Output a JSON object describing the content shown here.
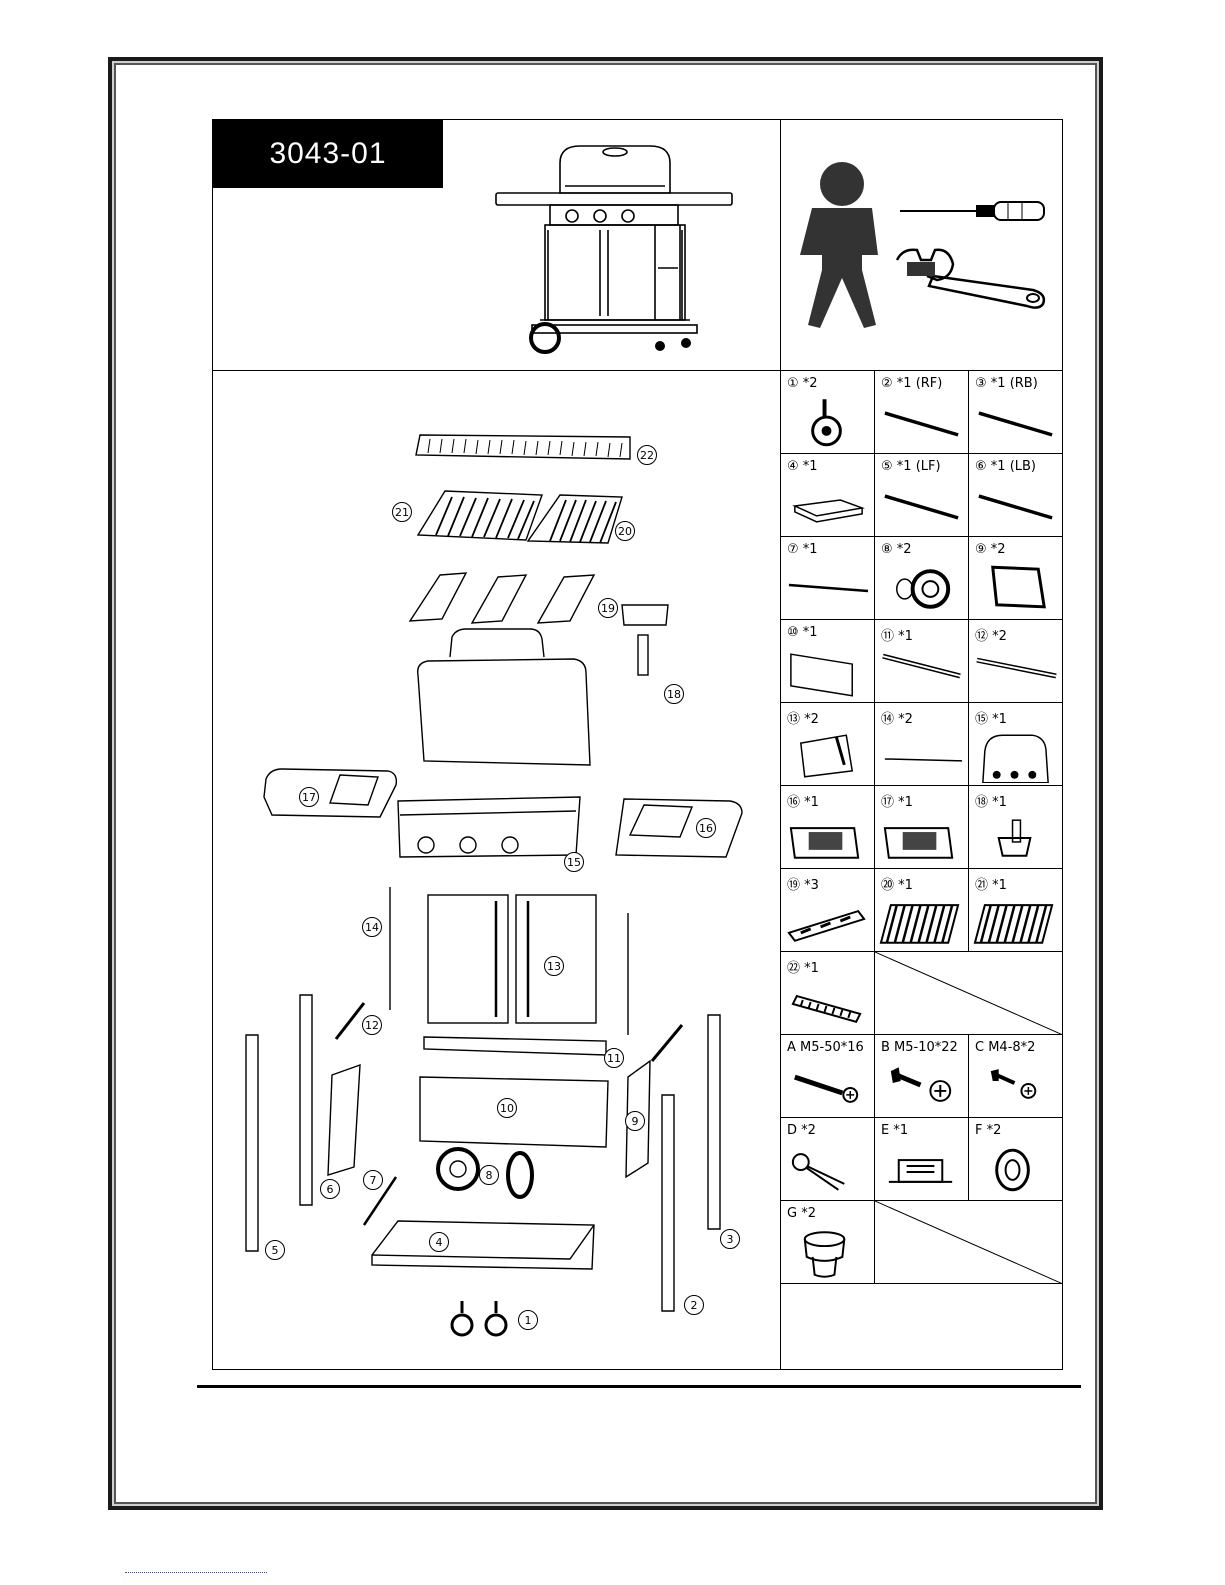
{
  "model": "3043-01",
  "parts": [
    {
      "num": "1",
      "label": "① *2",
      "icon": "caster-wheel-icon"
    },
    {
      "num": "2",
      "label": "② *1 (RF)",
      "icon": "rod-icon"
    },
    {
      "num": "3",
      "label": "③ *1 (RB)",
      "icon": "rod-icon"
    },
    {
      "num": "4",
      "label": "④ *1",
      "icon": "bottom-shelf-icon"
    },
    {
      "num": "5",
      "label": "⑤ *1 (LF)",
      "icon": "rod-icon"
    },
    {
      "num": "6",
      "label": "⑥ *1 (LB)",
      "icon": "rod-icon"
    },
    {
      "num": "7",
      "label": "⑦ *1",
      "icon": "axle-icon"
    },
    {
      "num": "8",
      "label": "⑧ *2",
      "icon": "wheel-icon"
    },
    {
      "num": "9",
      "label": "⑨ *2",
      "icon": "side-panel-icon"
    },
    {
      "num": "10",
      "label": "⑩ *1",
      "icon": "back-panel-icon"
    },
    {
      "num": "11",
      "label": "⑪ *1",
      "icon": "front-beam-icon"
    },
    {
      "num": "12",
      "label": "⑫ *2",
      "icon": "brace-icon"
    },
    {
      "num": "13",
      "label": "⑬ *2",
      "icon": "door-icon"
    },
    {
      "num": "14",
      "label": "⑭ *2",
      "icon": "door-pin-icon"
    },
    {
      "num": "15",
      "label": "⑮ *1",
      "icon": "grill-head-icon"
    },
    {
      "num": "16",
      "label": "⑯ *1",
      "icon": "side-table-icon"
    },
    {
      "num": "17",
      "label": "⑰ *1",
      "icon": "side-table-icon"
    },
    {
      "num": "18",
      "label": "⑱ *1",
      "icon": "grease-cup-icon"
    },
    {
      "num": "19",
      "label": "⑲ *3",
      "icon": "heat-tent-icon"
    },
    {
      "num": "20",
      "label": "⑳ *1",
      "icon": "cooking-grate-icon"
    },
    {
      "num": "21",
      "label": "㉑ *1",
      "icon": "cooking-grate-icon"
    },
    {
      "num": "22",
      "label": "㉒ *1",
      "icon": "warming-rack-icon"
    }
  ],
  "hardware": [
    {
      "label": "A M5-50*16",
      "icon": "long-bolt-icon"
    },
    {
      "label": "B M5-10*22",
      "icon": "bolt-icon"
    },
    {
      "label": "C M4-8*2",
      "icon": "small-screw-icon"
    },
    {
      "label": "D *2",
      "icon": "lock-pin-icon"
    },
    {
      "label": "E *1",
      "icon": "magnet-icon"
    },
    {
      "label": "F *2",
      "icon": "bearing-icon"
    },
    {
      "label": "G *2",
      "icon": "knob-icon"
    }
  ],
  "callouts": [
    "22",
    "21",
    "20",
    "19",
    "18",
    "17",
    "15",
    "16",
    "14",
    "13",
    "12",
    "11",
    "10",
    "9",
    "8",
    "7",
    "6",
    "5",
    "4",
    "3",
    "2",
    "1"
  ]
}
